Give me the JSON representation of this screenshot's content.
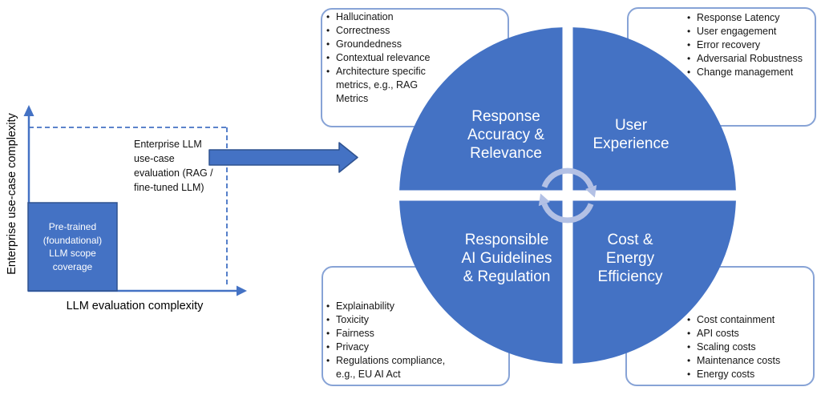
{
  "colors": {
    "primary_blue": "#4472C4",
    "dark_blue_border": "#2F528F",
    "light_blue_border": "#87A3D6",
    "cycle_arrow_blue": "#B3C1E5",
    "text_dark": "#161616",
    "white": "#ffffff"
  },
  "left_chart": {
    "y_axis_label": "Enterprise use-case complexity",
    "x_axis_label": "LLM evaluation complexity",
    "pretrained_box": "Pre-trained\n(foundational)\nLLM scope\ncoverage",
    "enterprise_note": "Enterprise LLM\nuse-case\nevaluation (RAG /\nfine-tuned LLM)"
  },
  "quadrants": {
    "top_left": "Response\nAccuracy &\nRelevance",
    "top_right": "User\nExperience",
    "bottom_left": "Responsible\nAI Guidelines\n& Regulation",
    "bottom_right": "Cost &\nEnergy\nEfficiency"
  },
  "metric_boxes": {
    "response_accuracy": [
      "Hallucination",
      "Correctness",
      "Groundedness",
      "Contextual relevance",
      "Architecture specific\nmetrics, e.g., RAG\nMetrics"
    ],
    "user_experience": [
      "Response Latency",
      "User engagement",
      "Error recovery",
      "Adversarial Robustness",
      "Change management"
    ],
    "responsible_ai": [
      "Explainability",
      "Toxicity",
      "Fairness",
      "Privacy",
      "Regulations compliance,\ne.g., EU AI Act"
    ],
    "cost_energy": [
      "Cost containment",
      "API costs",
      "Scaling costs",
      "Maintenance costs",
      "Energy costs"
    ]
  }
}
